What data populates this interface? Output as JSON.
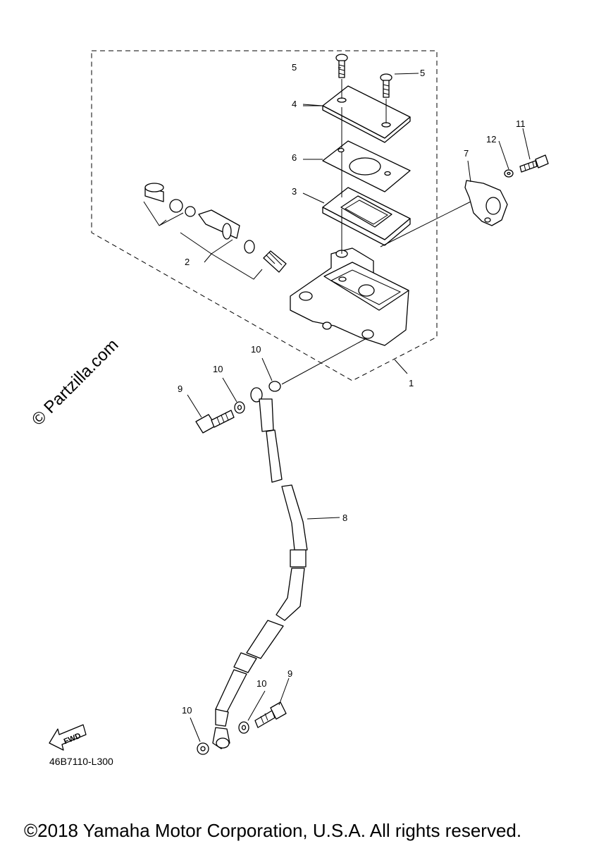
{
  "watermark": "© Partzilla.com",
  "drawing_code": "46B7110-L300",
  "copyright": "©2018 Yamaha Motor Corporation, U.S.A. All rights reserved.",
  "fwd_label": "FWD",
  "callouts": {
    "c1": "1",
    "c2": "2",
    "c3": "3",
    "c4": "4",
    "c5a": "5",
    "c5b": "5",
    "c6": "6",
    "c7": "7",
    "c8": "8",
    "c9a": "9",
    "c9b": "9",
    "c10a": "10",
    "c10b": "10",
    "c10c": "10",
    "c10d": "10",
    "c11": "11",
    "c12": "12"
  }
}
